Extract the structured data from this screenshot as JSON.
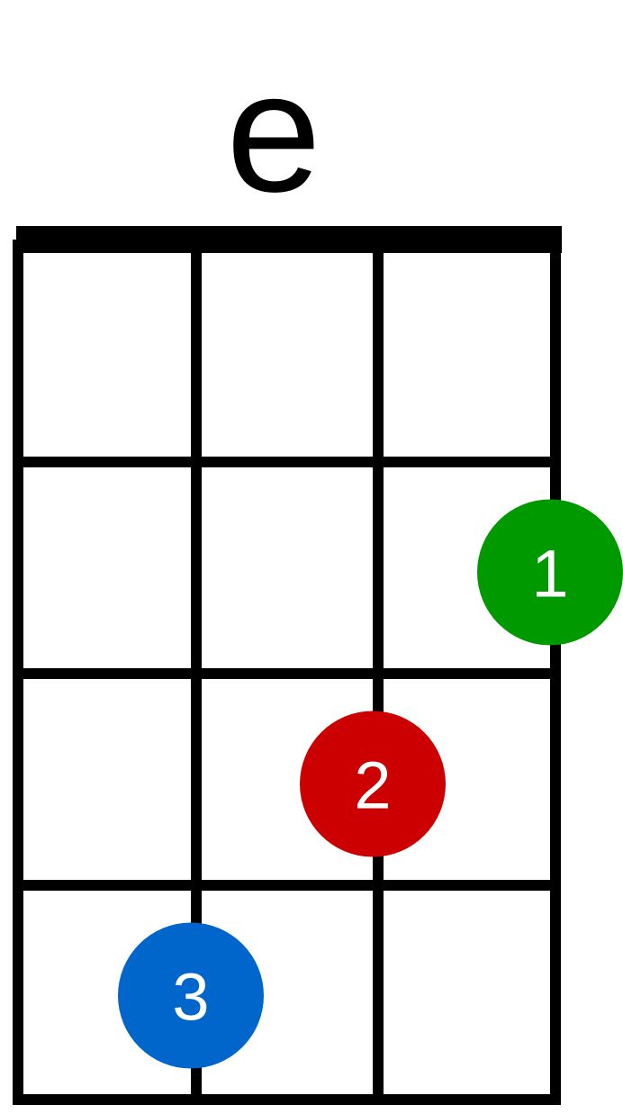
{
  "chord": {
    "name": "e",
    "strings": 4,
    "frets_shown": 4,
    "fingerings": [
      {
        "string": 4,
        "fret": 2,
        "finger": "1",
        "color": "#009900"
      },
      {
        "string": 3,
        "fret": 3,
        "finger": "2",
        "color": "#cc0000"
      },
      {
        "string": 2,
        "fret": 4,
        "finger": "3",
        "color": "#0066cc"
      }
    ]
  },
  "colors": {
    "lines": "#000000",
    "background": "#ffffff",
    "finger_text": "#ffffff"
  }
}
